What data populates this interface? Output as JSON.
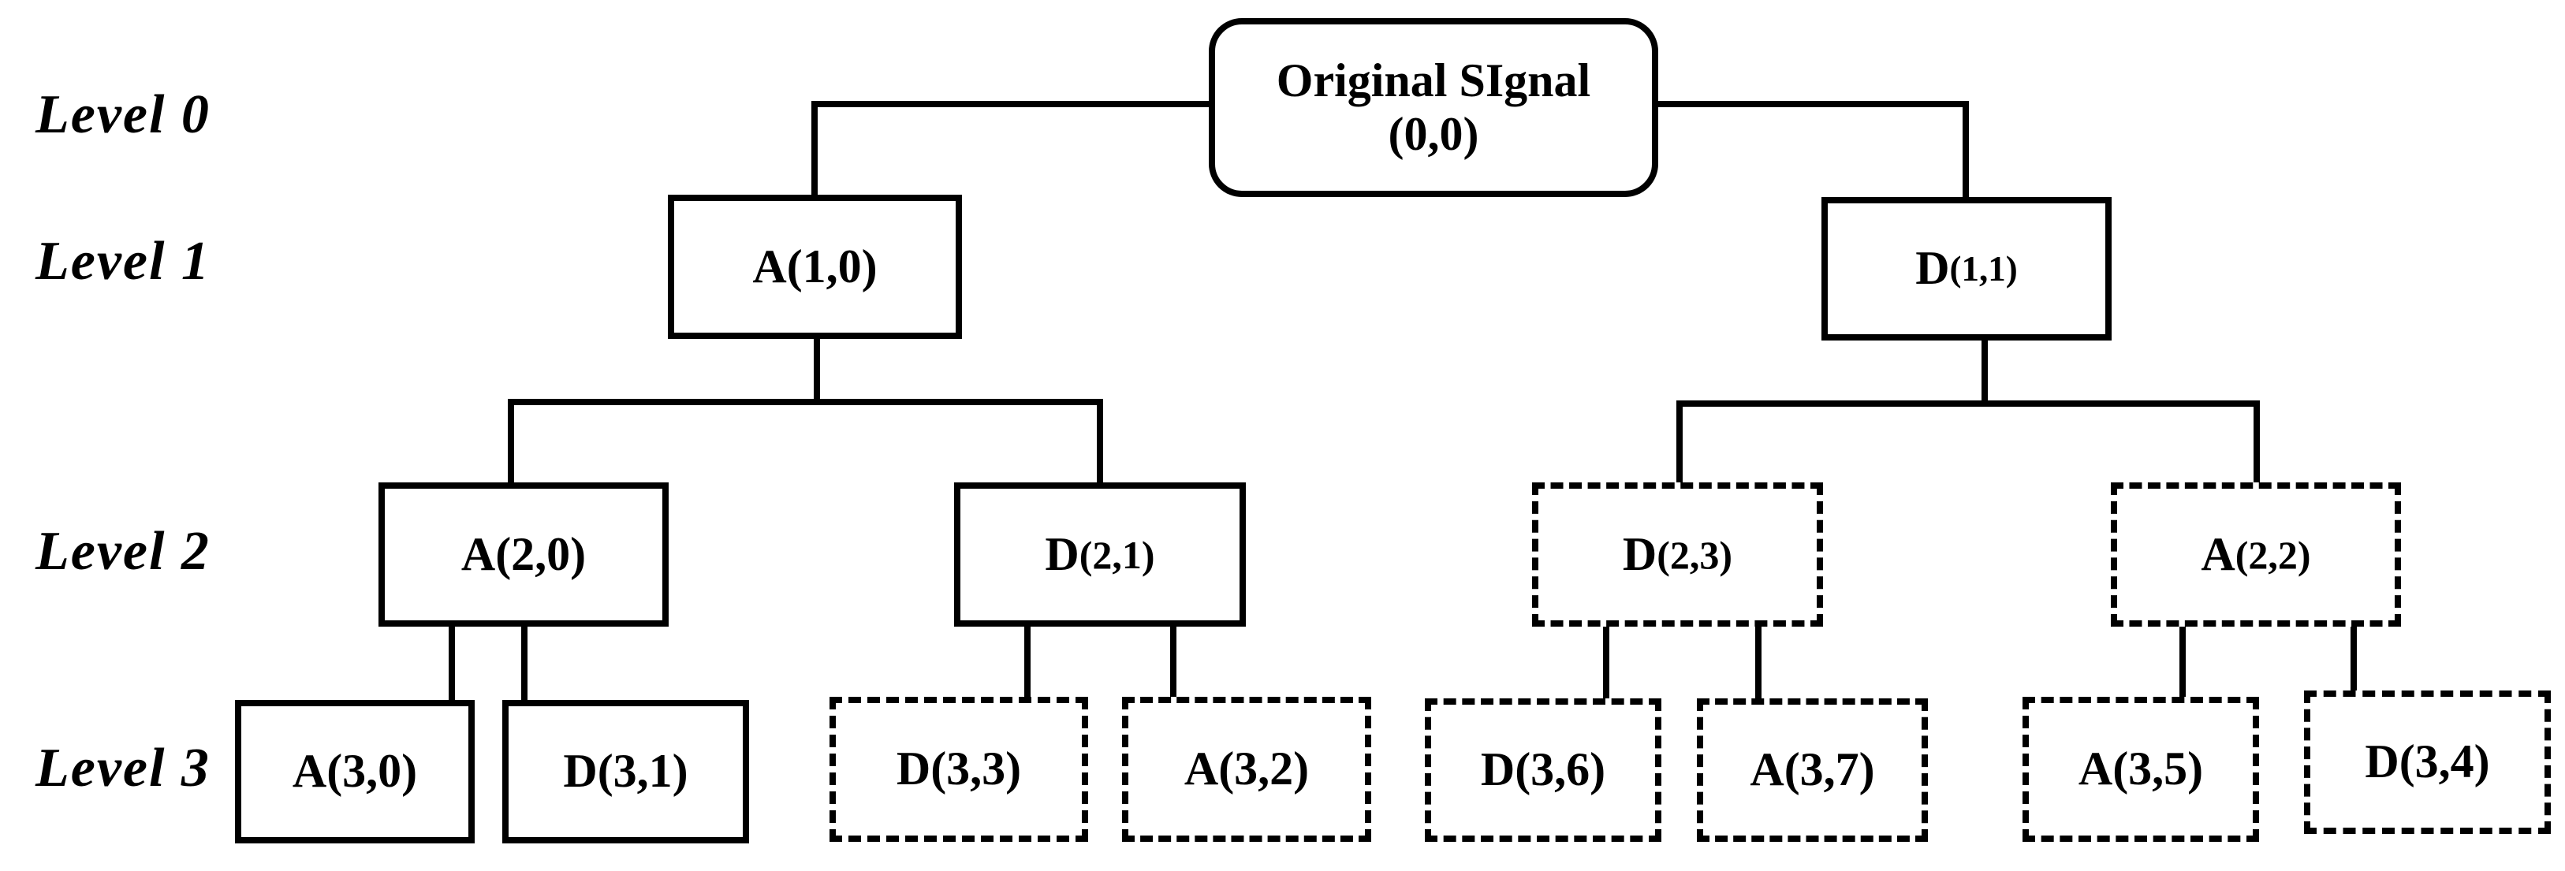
{
  "figure": {
    "background": "#ffffff",
    "line_color": "#000000",
    "level_labels": [
      "Level 0",
      "Level 1",
      "Level 2",
      "Level 3"
    ],
    "nodes": [
      {
        "id": "0,0",
        "name": "Original SIgnal",
        "coords": "(0,0)",
        "level": 0,
        "parent": null,
        "border": "solid"
      },
      {
        "id": "1,0",
        "name": "A",
        "coords": "(1,0)",
        "level": 1,
        "parent": "0,0",
        "border": "solid"
      },
      {
        "id": "1,1",
        "name": "D",
        "coords": "(1,1)",
        "level": 1,
        "parent": "0,0",
        "border": "solid"
      },
      {
        "id": "2,0",
        "name": "A",
        "coords": "(2,0)",
        "level": 2,
        "parent": "1,0",
        "border": "solid"
      },
      {
        "id": "2,1",
        "name": "D",
        "coords": "(2,1)",
        "level": 2,
        "parent": "1,0",
        "border": "solid"
      },
      {
        "id": "2,3",
        "name": "D",
        "coords": "(2,3)",
        "level": 2,
        "parent": "1,1",
        "border": "dashed"
      },
      {
        "id": "2,2",
        "name": "A",
        "coords": "(2,2)",
        "level": 2,
        "parent": "1,1",
        "border": "dashed"
      },
      {
        "id": "3,0",
        "name": "A",
        "coords": "(3,0)",
        "level": 3,
        "parent": "2,0",
        "border": "solid"
      },
      {
        "id": "3,1",
        "name": "D",
        "coords": "(3,1)",
        "level": 3,
        "parent": "2,0",
        "border": "solid"
      },
      {
        "id": "3,3",
        "name": "D",
        "coords": "(3,3)",
        "level": 3,
        "parent": "2,1",
        "border": "dashed"
      },
      {
        "id": "3,2",
        "name": "A",
        "coords": "(3,2)",
        "level": 3,
        "parent": "2,1",
        "border": "dashed"
      },
      {
        "id": "3,6",
        "name": "D",
        "coords": "(3,6)",
        "level": 3,
        "parent": "2,3",
        "border": "dashed"
      },
      {
        "id": "3,7",
        "name": "A",
        "coords": "(3,7)",
        "level": 3,
        "parent": "2,3",
        "border": "dashed"
      },
      {
        "id": "3,5",
        "name": "A",
        "coords": "(3,5)",
        "level": 3,
        "parent": "2,2",
        "border": "dashed"
      },
      {
        "id": "3,4",
        "name": "D",
        "coords": "(3,4)",
        "level": 3,
        "parent": "2,2",
        "border": "dashed"
      }
    ]
  }
}
